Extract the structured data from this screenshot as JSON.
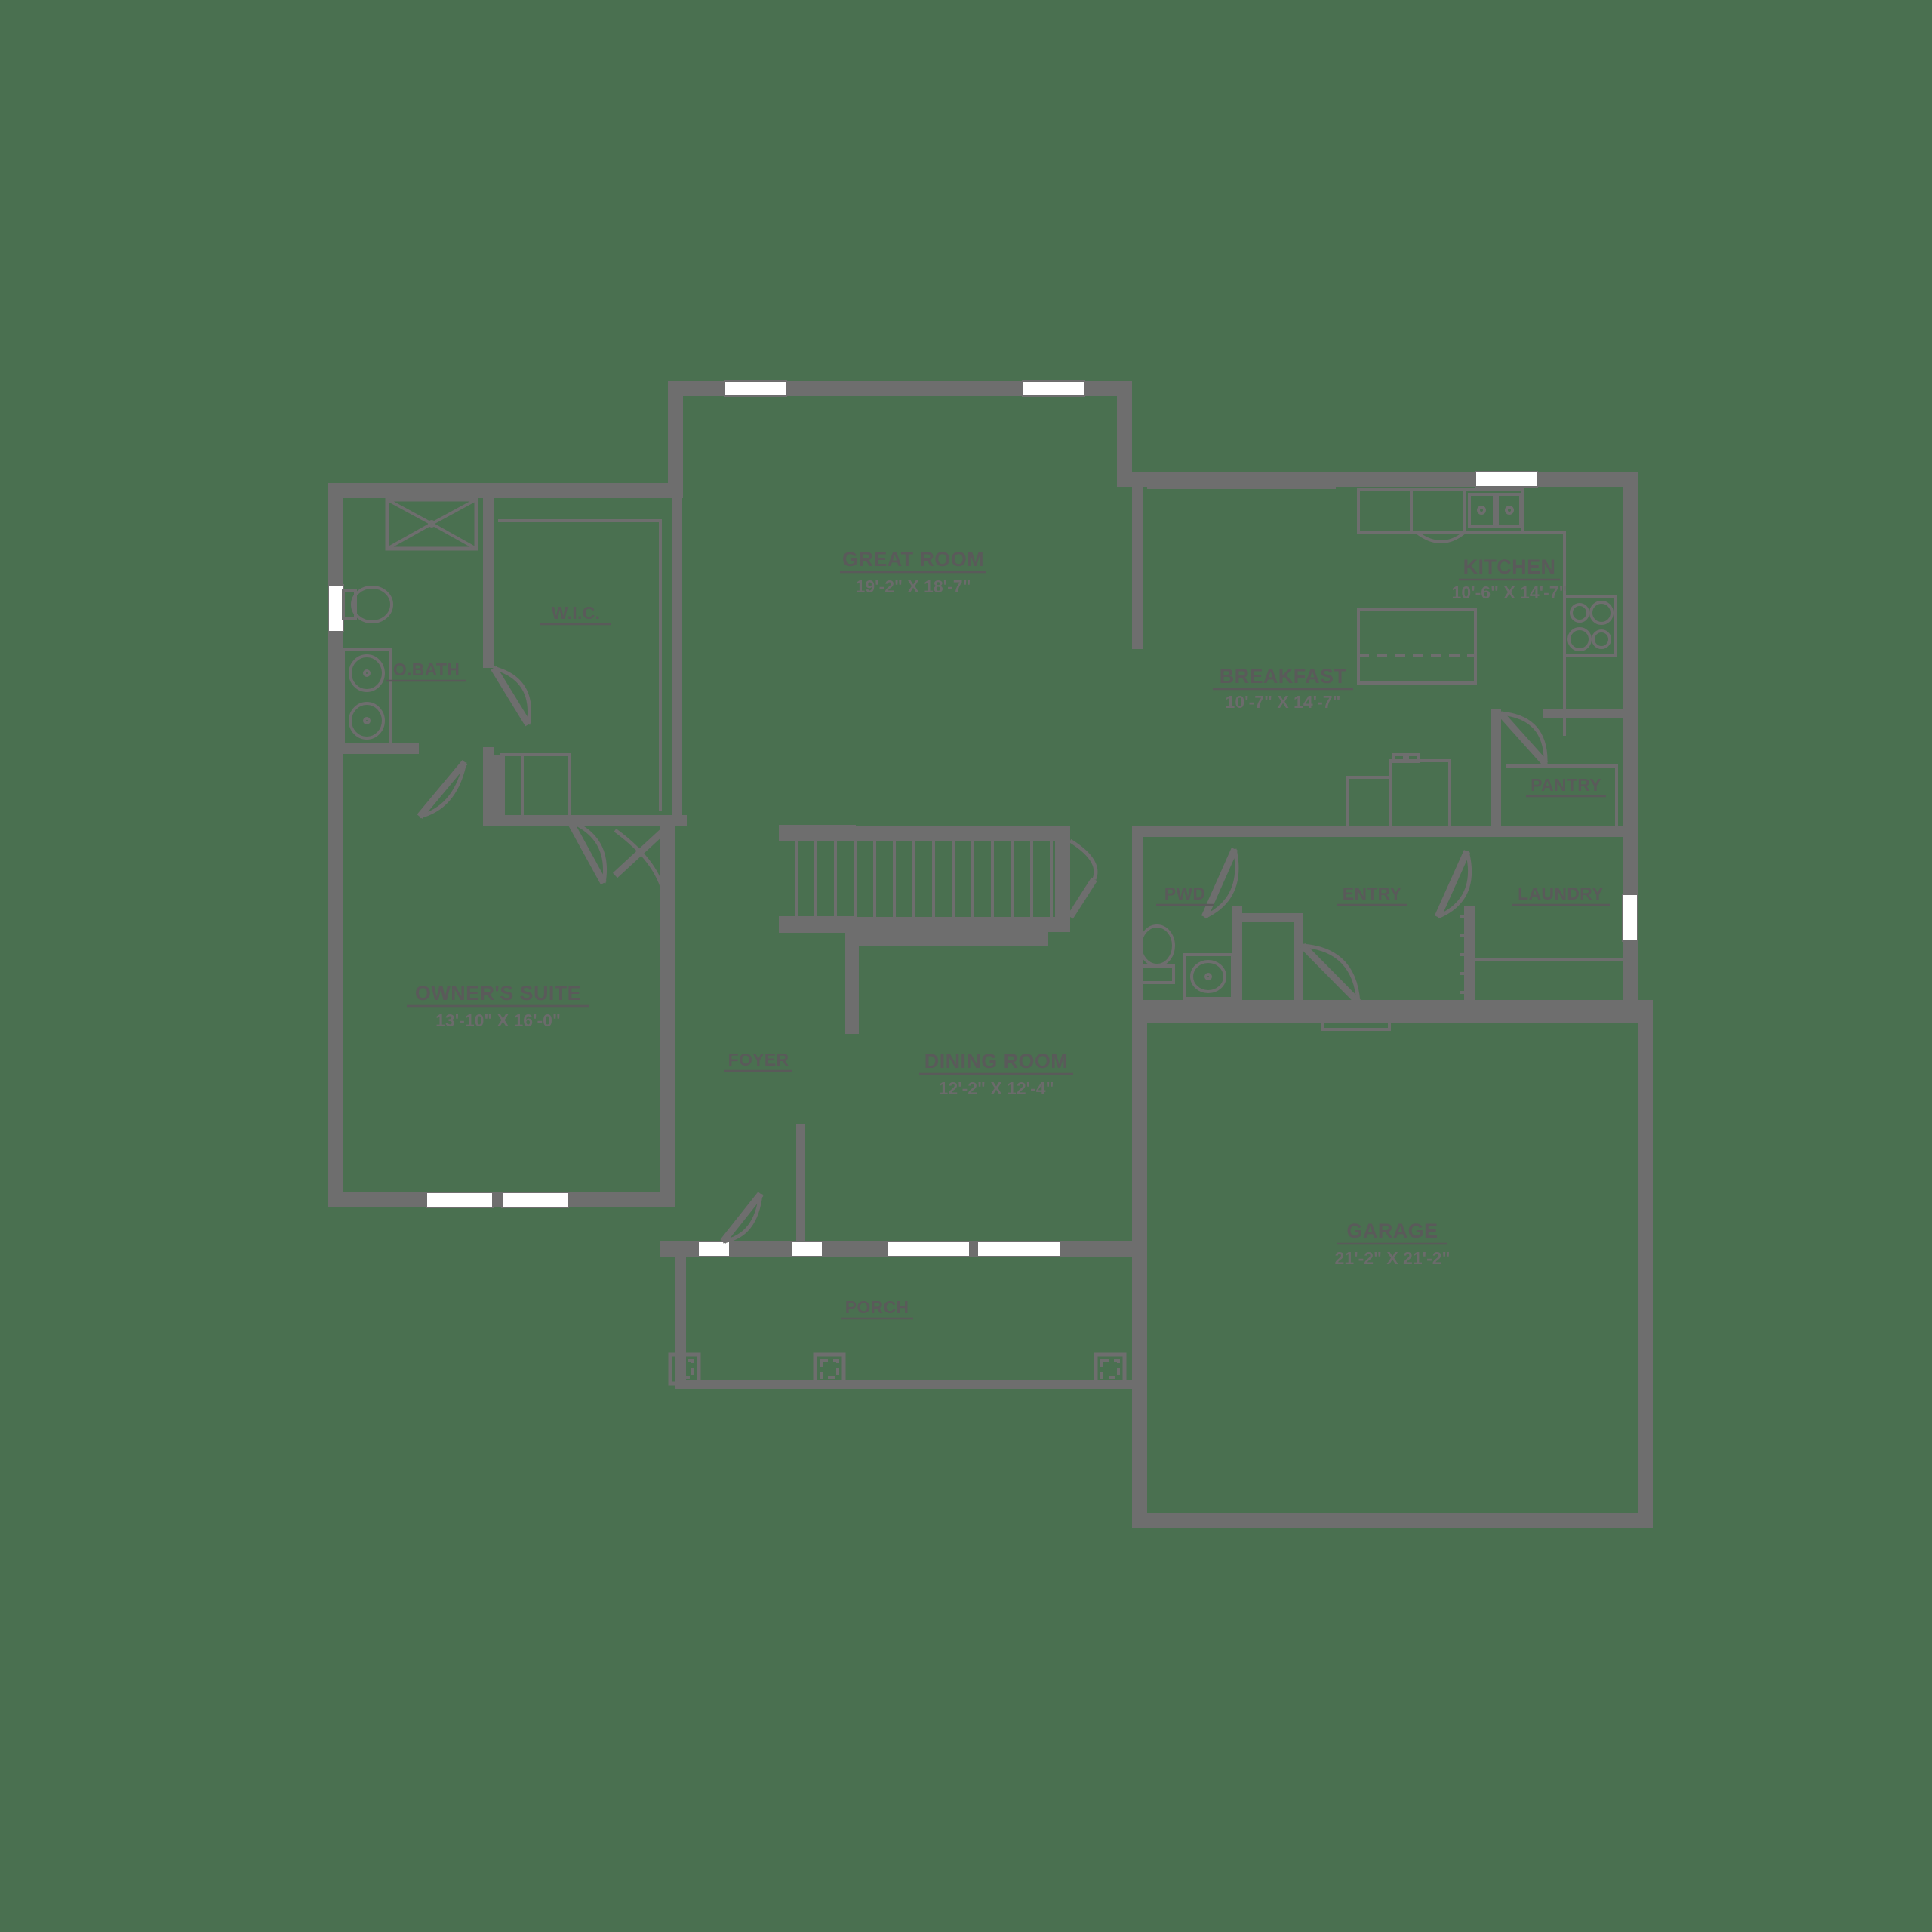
{
  "plan": {
    "title": "First Floor Plan",
    "background_color": "#4a7050",
    "wall_color": "#6e6e6e",
    "label_color": "#5a5a5a",
    "window_color": "#ffffff"
  },
  "rooms": [
    {
      "key": "great_room",
      "name": "GREAT ROOM",
      "dimensions": "19'-2\" X 18'-7\""
    },
    {
      "key": "kitchen",
      "name": "KITCHEN",
      "dimensions": "10'-6\" X 14'-7\""
    },
    {
      "key": "breakfast",
      "name": "BREAKFAST",
      "dimensions": "10'-7\" X 14'-7\""
    },
    {
      "key": "owners_suite",
      "name": "OWNER'S SUITE",
      "dimensions": "13'-10\" X 16'-0\""
    },
    {
      "key": "dining_room",
      "name": "DINING ROOM",
      "dimensions": "12'-2\" X 12'-4\""
    },
    {
      "key": "garage",
      "name": "GARAGE",
      "dimensions": "21'-2\" X 21'-2\""
    },
    {
      "key": "owners_bath",
      "name": "O.BATH",
      "dimensions": ""
    },
    {
      "key": "wic",
      "name": "W.I.C.",
      "dimensions": ""
    },
    {
      "key": "foyer",
      "name": "FOYER",
      "dimensions": ""
    },
    {
      "key": "powder",
      "name": "PWD",
      "dimensions": ""
    },
    {
      "key": "entry",
      "name": "ENTRY",
      "dimensions": ""
    },
    {
      "key": "laundry",
      "name": "LAUNDRY",
      "dimensions": ""
    },
    {
      "key": "pantry",
      "name": "PANTRY",
      "dimensions": ""
    },
    {
      "key": "porch",
      "name": "PORCH",
      "dimensions": ""
    }
  ],
  "fixtures": [
    {
      "key": "shower",
      "label": "shower-fixture"
    },
    {
      "key": "toilet_bath",
      "label": "toilet-fixture"
    },
    {
      "key": "double_vanity",
      "label": "double-vanity-fixture"
    },
    {
      "key": "kitchen_sink",
      "label": "kitchen-sink-fixture"
    },
    {
      "key": "dishwasher",
      "label": "dishwasher-fixture"
    },
    {
      "key": "cooktop",
      "label": "cooktop-fixture"
    },
    {
      "key": "island",
      "label": "kitchen-island-fixture"
    },
    {
      "key": "refrigerator",
      "label": "refrigerator-fixture"
    },
    {
      "key": "toilet_pwd",
      "label": "powder-toilet-fixture"
    },
    {
      "key": "sink_pwd",
      "label": "powder-sink-fixture"
    },
    {
      "key": "stairs",
      "label": "staircase"
    },
    {
      "key": "porch_columns",
      "label": "porch-columns"
    }
  ]
}
